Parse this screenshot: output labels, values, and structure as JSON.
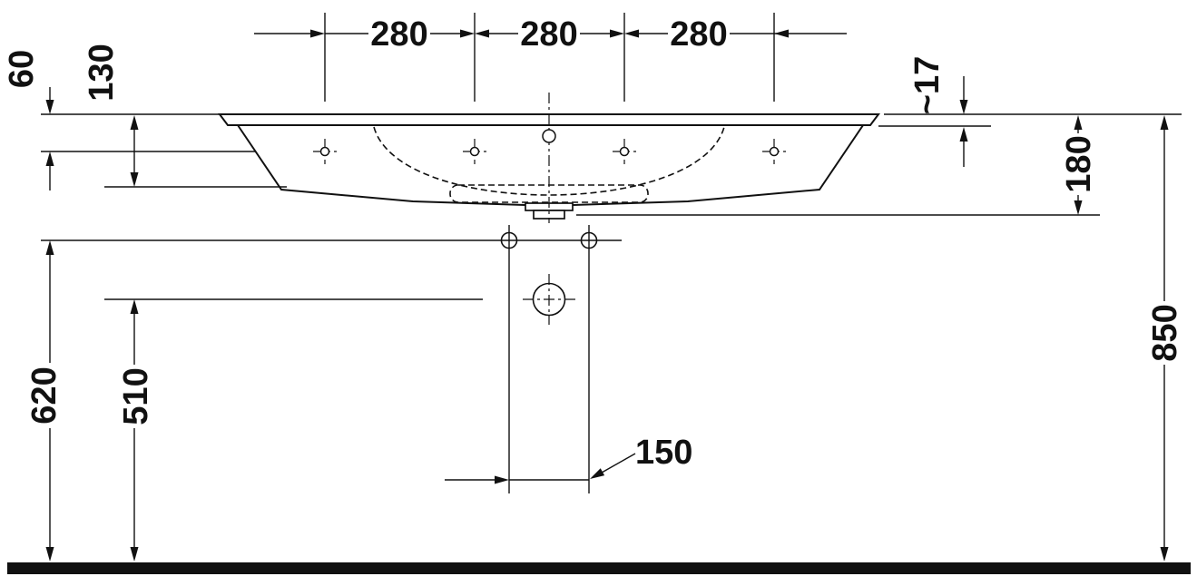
{
  "drawing": {
    "name": "washbasin-front-elevation-dimension-drawing",
    "colors": {
      "line": "#111111",
      "background": "#ffffff"
    },
    "dims": {
      "spacing_280_left": "280",
      "spacing_280_center": "280",
      "spacing_280_right": "280",
      "h60": "60",
      "h130": "130",
      "t17": "~17",
      "h180": "180",
      "h850": "850",
      "h620": "620",
      "h510": "510",
      "w150": "150"
    }
  }
}
